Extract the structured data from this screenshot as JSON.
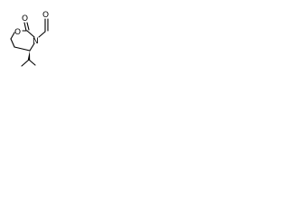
{
  "structure": {
    "bond_color": "#000000",
    "background_color": "#ffffff",
    "atoms": {
      "ring_oxygen": "O",
      "carbonyl_oxygen": "O",
      "ring_nitrogen": "N",
      "aldehyde_oxygen": "O"
    }
  }
}
